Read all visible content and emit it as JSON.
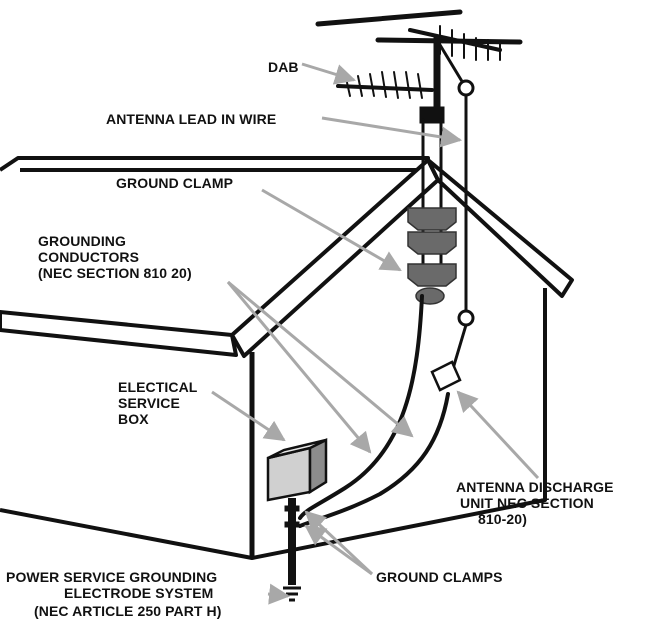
{
  "labels": {
    "dab": "DAB",
    "antenna_lead_in": "ANTENNA LEAD IN WIRE",
    "ground_clamp": "GROUND CLAMP",
    "grounding_conductors": [
      "GROUNDING",
      "CONDUCTORS",
      "(NEC SECTION 810 20)"
    ],
    "service_box": [
      "ELECTICAL",
      "SERVICE",
      "BOX"
    ],
    "discharge_unit": [
      "ANTENNA DISCHARGE",
      "UNIT NEC SECTION",
      "810-20)"
    ],
    "ground_clamps": "GROUND CLAMPS",
    "power_grounding": [
      "POWER SERVICE GROUNDING",
      "ELECTRODE SYSTEM",
      "(NEC ARTICLE 250  PART H)"
    ]
  },
  "colors": {
    "line": "#111111",
    "pointer_arrow": "#a8a8a8",
    "clamp": "#6a6a6a",
    "box_fill": "#d0d0d0",
    "background": "#ffffff"
  }
}
